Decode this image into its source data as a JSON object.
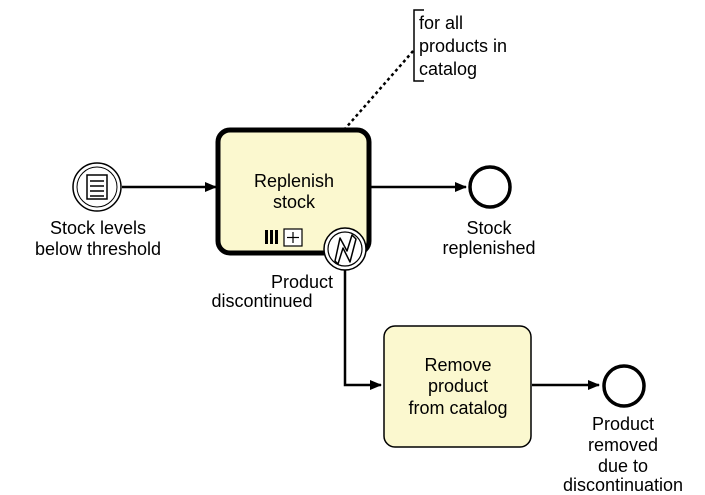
{
  "colors": {
    "task_fill": "#fbf8cf",
    "stroke": "#000000",
    "background": "#ffffff"
  },
  "diagram": {
    "start_event": {
      "type": "message-start-event",
      "icon": "message-list-icon",
      "label_line1": "Stock levels",
      "label_line2": "below threshold"
    },
    "task_replenish": {
      "type": "call-activity-multi-instance",
      "label_line1": "Replenish",
      "label_line2": "stock",
      "markers": [
        "multi-instance-parallel-icon",
        "collapsed-subprocess-icon"
      ]
    },
    "annotation": {
      "line1": "for all",
      "line2": "products in",
      "line3": "catalog"
    },
    "boundary_event": {
      "type": "error-boundary-event",
      "icon": "lightning-icon",
      "label_line1": "Product",
      "label_line2": "discontinued"
    },
    "end_replenished": {
      "type": "none-end-event",
      "label_line1": "Stock",
      "label_line2": "replenished"
    },
    "task_remove": {
      "type": "task",
      "label_line1": "Remove",
      "label_line2": "product",
      "label_line3": "from catalog"
    },
    "end_removed": {
      "type": "none-end-event",
      "label_line1": "Product",
      "label_line2": "removed",
      "label_line3": "due to",
      "label_line4": "discontinuation"
    }
  }
}
